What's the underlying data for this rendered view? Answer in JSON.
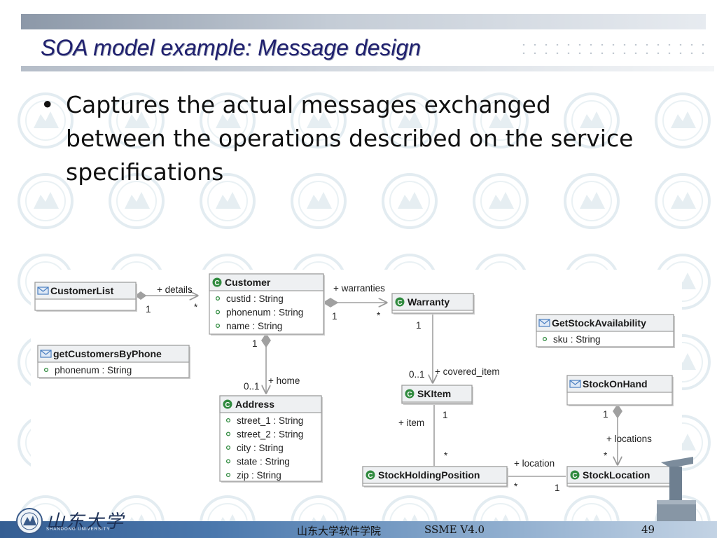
{
  "slide": {
    "title": "SOA model example: Message design",
    "bullet_glyph": "•",
    "bullet": "Captures the actual messages exchanged between the operations described on the service specifications"
  },
  "colors": {
    "title": "#1f1f6e",
    "class_icon": "#2f8a3e",
    "message_icon": "#4a7fc1",
    "footer_blue": "#355e93"
  },
  "diagram": {
    "boxes": [
      {
        "id": "customerlist",
        "name": "CustomerList",
        "icon": "message-icon",
        "attrs": []
      },
      {
        "id": "customer",
        "name": "Customer",
        "icon": "class-icon",
        "attrs": [
          "custid : String",
          "phonenum : String",
          "name : String"
        ]
      },
      {
        "id": "warranty",
        "name": "Warranty",
        "icon": "class-icon",
        "attrs": []
      },
      {
        "id": "getcustomersbyphone",
        "name": "getCustomersByPhone",
        "icon": "message-icon",
        "attrs": [
          "phonenum : String"
        ]
      },
      {
        "id": "getstockavailability",
        "name": "GetStockAvailability",
        "icon": "message-icon",
        "attrs": [
          "sku : String"
        ]
      },
      {
        "id": "address",
        "name": "Address",
        "icon": "class-icon",
        "attrs": [
          "street_1 : String",
          "street_2 : String",
          "city : String",
          "state : String",
          "zip : String"
        ]
      },
      {
        "id": "skitem",
        "name": "SKItem",
        "icon": "class-icon",
        "attrs": []
      },
      {
        "id": "stockonhand",
        "name": "StockOnHand",
        "icon": "message-icon",
        "attrs": []
      },
      {
        "id": "stockholdingposition",
        "name": "StockHoldingPosition",
        "icon": "class-icon",
        "attrs": []
      },
      {
        "id": "stocklocation",
        "name": "StockLocation",
        "icon": "class-icon",
        "attrs": []
      }
    ],
    "labels": {
      "details": "+ details",
      "details_mult_src": "1",
      "details_mult_tgt": "*",
      "warranties": "+ warranties",
      "warranties_mult_src": "1",
      "warranties_mult_tgt": "*",
      "home": "+ home",
      "home_mult_src": "1",
      "home_mult_tgt": "0..1",
      "covered_item": "+ covered_item",
      "covered_mult_src": "1",
      "covered_mult_tgt": "0..1",
      "item": "+ item",
      "item_mult_src": "1",
      "item_mult_tgt": "*",
      "location": "+ location",
      "location_mult_src": "*",
      "location_mult_tgt": "1",
      "locations": "+ locations",
      "locations_mult_src": "1",
      "locations_mult_tgt": "*"
    }
  },
  "footer": {
    "logo_script": "山东大学",
    "logo_sub": "SHANDONG UNIVERSITY",
    "school": "山东大学软件学院",
    "course": "SSME V4.0",
    "page_number": "49"
  }
}
